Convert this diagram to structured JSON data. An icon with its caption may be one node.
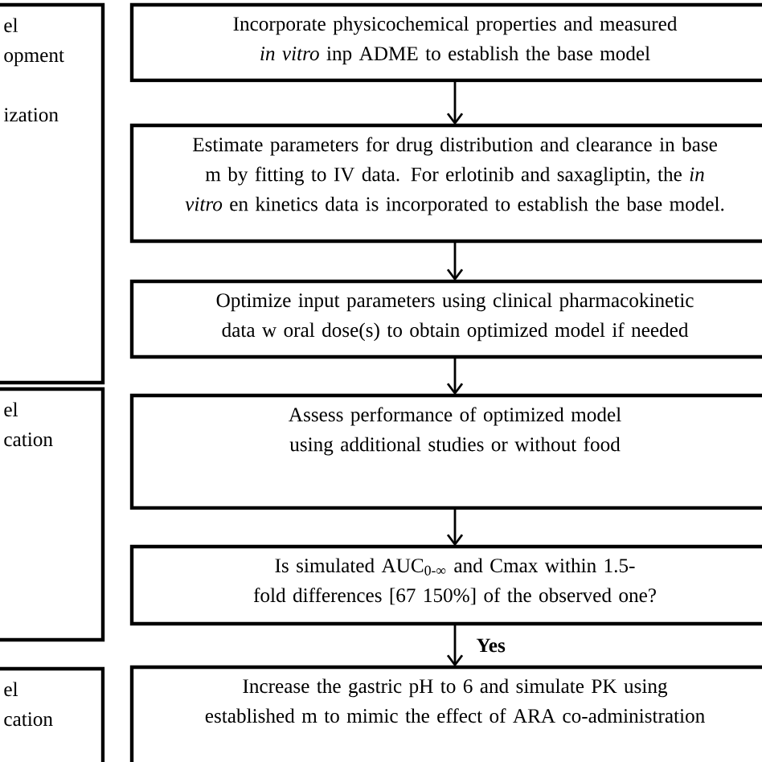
{
  "diagram": {
    "nodes": [
      {
        "text": [
          "el opment",
          "ization"
        ]
      },
      {
        "text": [
          "el cation"
        ]
      },
      {
        "text": [
          "el cation"
        ]
      },
      {
        "text": [
          "Incorporate physicochemical properties and measured *in vitro* inp ADME to establish the base model"
        ]
      },
      {
        "text": [
          "Estimate parameters for drug distribution and clearance in base m by fitting to IV data. For erlotinib and saxagliptin, the *in vitro* en kinetics data is incorporated to establish the base model."
        ]
      },
      {
        "text": [
          "Optimize input parameters using clinical pharmacokinetic data w oral dose(s) to obtain optimized model if needed"
        ]
      },
      {
        "text": [
          "Assess performance of optimized model using additional studies or without food"
        ]
      },
      {
        "text": [
          "Is simulated AUC$_{0-∞}$ and Cmax within 1.5-fold differences [67 150%] of the observed one?"
        ]
      },
      {
        "text": [
          "Increase the gastric pH to 6 and simulate PK using established m to mimic the effect of ARA co-administration"
        ]
      }
    ],
    "edges": [
      {
        "from": 3,
        "to": 4,
        "arrow": "to"
      },
      {
        "from": 4,
        "to": 5,
        "arrow": "to"
      },
      {
        "from": 5,
        "to": 6,
        "arrow": "to"
      },
      {
        "from": 6,
        "to": 7,
        "arrow": "to"
      },
      {
        "from": 7,
        "to": 8,
        "arrow": "to",
        "label": "Yes"
      }
    ]
  }
}
